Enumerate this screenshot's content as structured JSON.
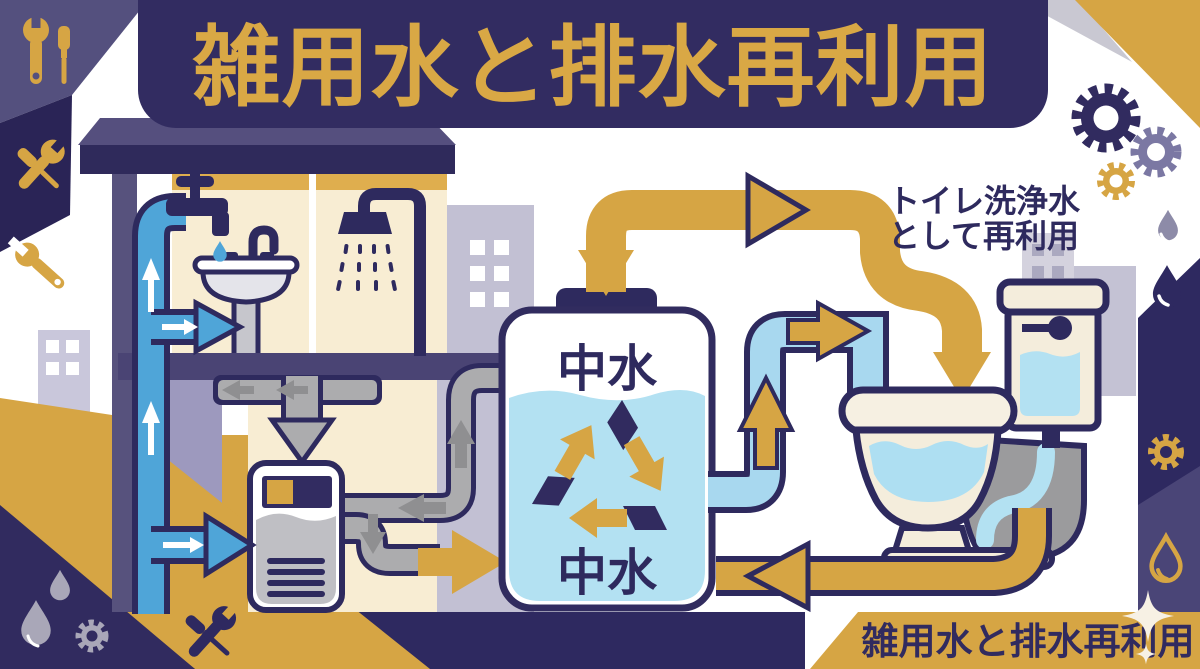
{
  "poster": {
    "title": "雑用水と排水再利用",
    "footer_banner": "雑用水と排水再利用",
    "toilet_note_line1": "トイレ洗浄水",
    "toilet_note_line2": "として再利用",
    "tank_label_top": "中水",
    "tank_label_bottom": "中水"
  },
  "colors": {
    "navy": "#2E2A5E",
    "banner_navy": "#322C61",
    "gold": "#D6A544",
    "cream_wall": "#F8EDD3",
    "water_light_blue": "#AEDFF2",
    "supply_pipe_blue": "#4FA5D8",
    "pipe_gray": "#ACACAE",
    "arrow_gray": "#8F8F91",
    "beam_purple": "#4A4474",
    "corner_light_purple": "#54507E",
    "corner_dark_navy": "#2A2456",
    "city_periwinkle": "#C9C7DB"
  },
  "icons": [
    "wrench-icon",
    "screwdriver-icon",
    "crossed-tools-icon",
    "gear-icon",
    "water-drop-icon",
    "sparkle-icon",
    "recycle-icon",
    "faucet-icon",
    "shower-icon",
    "sink-icon",
    "toilet-icon",
    "tank-icon"
  ]
}
